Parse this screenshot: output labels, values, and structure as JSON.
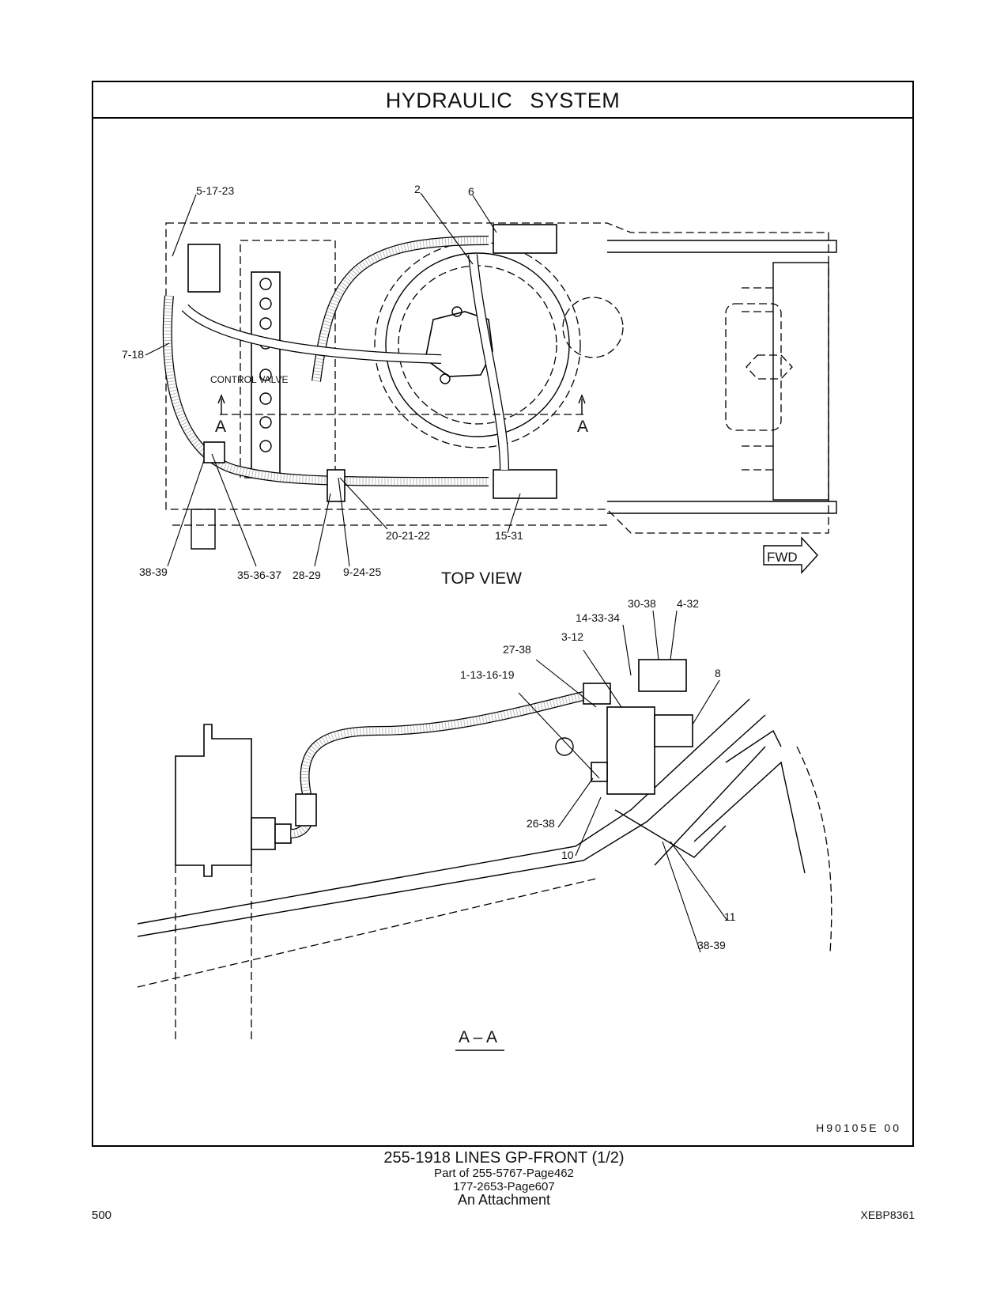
{
  "title": "HYDRAULIC SYSTEM",
  "views": {
    "top": "TOP VIEW",
    "section": "A – A",
    "section_marker": "A",
    "fwd": "FWD",
    "control_valve": "CONTROL VALVE"
  },
  "callouts": {
    "top": [
      "5-17-23",
      "2",
      "6",
      "7-18",
      "20-21-22",
      "15-31",
      "38-39",
      "35-36-37",
      "28-29",
      "9-24-25"
    ],
    "section": [
      "30-38",
      "4-32",
      "14-33-34",
      "3-12",
      "8",
      "27-38",
      "1-13-16-19",
      "26-38",
      "10",
      "11",
      "38-39"
    ]
  },
  "drawing_code": "H90105E    00",
  "caption": {
    "line1": "255-1918   LINES GP-FRONT (1/2)",
    "line2": "Part of 255-5767-Page462",
    "line3": "177-2653-Page607",
    "line4": "An Attachment"
  },
  "footer": {
    "page_number": "500",
    "doc_id": "XEBP8361"
  }
}
